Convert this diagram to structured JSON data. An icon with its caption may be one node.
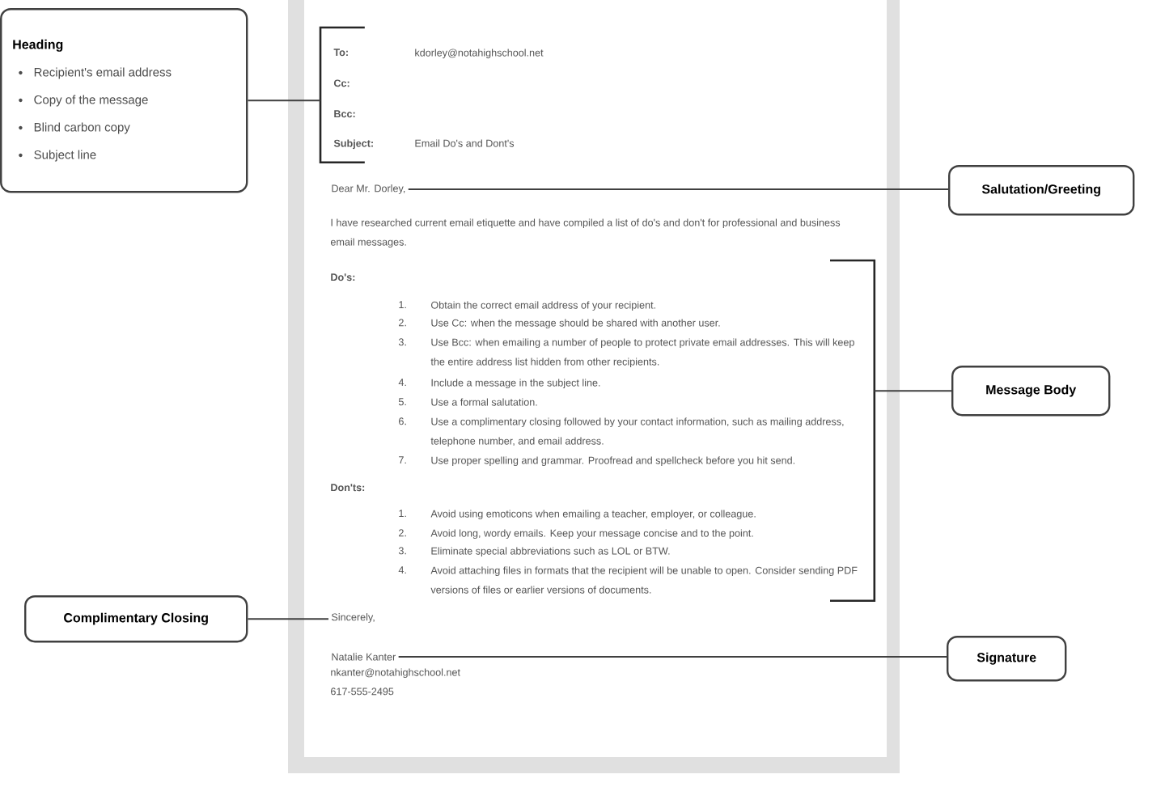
{
  "diagram": {
    "nodes": [
      {
        "text": [
          "Heading",
          "Recipient's email address",
          "Copy of the message",
          "Blind carbon copy",
          "Subject line"
        ]
      },
      {
        "text": [],
        "shape": "bracket"
      },
      {
        "text": [
          "Salutation/Greeting"
        ]
      },
      {
        "text": [
          "Dear Mr. Dorley,"
        ]
      },
      {
        "text": [
          "Message Body"
        ]
      },
      {
        "text": [],
        "shape": "bracket"
      },
      {
        "text": [
          "Complimentary Closing"
        ]
      },
      {
        "text": [
          "Sincerely,"
        ]
      },
      {
        "text": [
          "Signature"
        ]
      },
      {
        "text": [
          "Natalie Kanter"
        ]
      }
    ],
    "edges": [
      {
        "from": 0,
        "to": 1,
        "arrow": "none"
      },
      {
        "from": 3,
        "to": 2,
        "arrow": "none"
      },
      {
        "from": 4,
        "to": 5,
        "arrow": "none"
      },
      {
        "from": 6,
        "to": 7,
        "arrow": "none"
      },
      {
        "from": 9,
        "to": 8,
        "arrow": "none"
      }
    ],
    "labels": [
      "To:",
      "kdorley@notahighschool.net",
      "Cc:",
      "Bcc:",
      "Subject:",
      "Email Do's and Dont's",
      "I have researched current email etiquette and have compiled a list of do's and don't for professional and business email messages.",
      "Do's:",
      "1.",
      "Obtain the correct email address of your recipient.",
      "2.",
      "Use Cc: when the message should be shared with another user.",
      "3.",
      "Use Bcc: when emailing a number of people to protect private email addresses. This will keep the entire address list hidden from other recipients.",
      "4.",
      "Include a message in the subject line.",
      "5.",
      "Use a formal salutation.",
      "6.",
      "Use a complimentary closing followed by your contact information, such as mailing address, telephone number, and email address.",
      "7.",
      "Use proper spelling and grammar. Proofread and spellcheck before you hit send.",
      "Don'ts:",
      "1.",
      "Avoid using emoticons when emailing a teacher, employer, or colleague.",
      "2.",
      "Avoid long, wordy emails. Keep your message concise and to the point.",
      "3.",
      "Eliminate special abbreviations such as LOL or BTW.",
      "4.",
      "Avoid attaching files in formats that the recipient will be unable to open. Consider sending PDF versions of files or earlier versions of documents.",
      "nkanter@notahighschool.net",
      "617-555-2495"
    ]
  }
}
